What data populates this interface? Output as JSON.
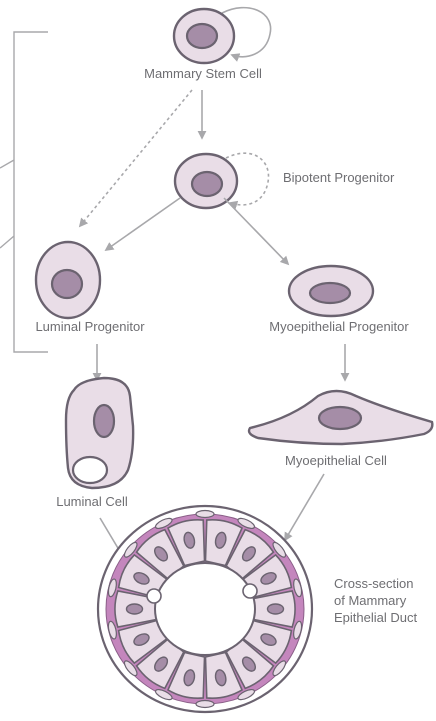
{
  "labels": {
    "mammary_stem_cell": "Mammary Stem Cell",
    "bipotent_progenitor": "Bipotent Progenitor",
    "luminal_progenitor": "Luminal Progenitor",
    "myoepithelial_progenitor": "Myoepithelial Progenitor",
    "luminal_cell": "Luminal Cell",
    "myoepithelial_cell": "Myoepithelial Cell",
    "cross_section": [
      "Cross-section",
      "of Mammary",
      "Epithelial Duct"
    ]
  },
  "colors": {
    "cell_fill": "#e9dde7",
    "nucleus_fill": "#a58da7",
    "outline": "#6b6370",
    "arrow": "#a8a8ab",
    "basement_membrane": "#c486bd",
    "label_text": "#6e6e72"
  }
}
